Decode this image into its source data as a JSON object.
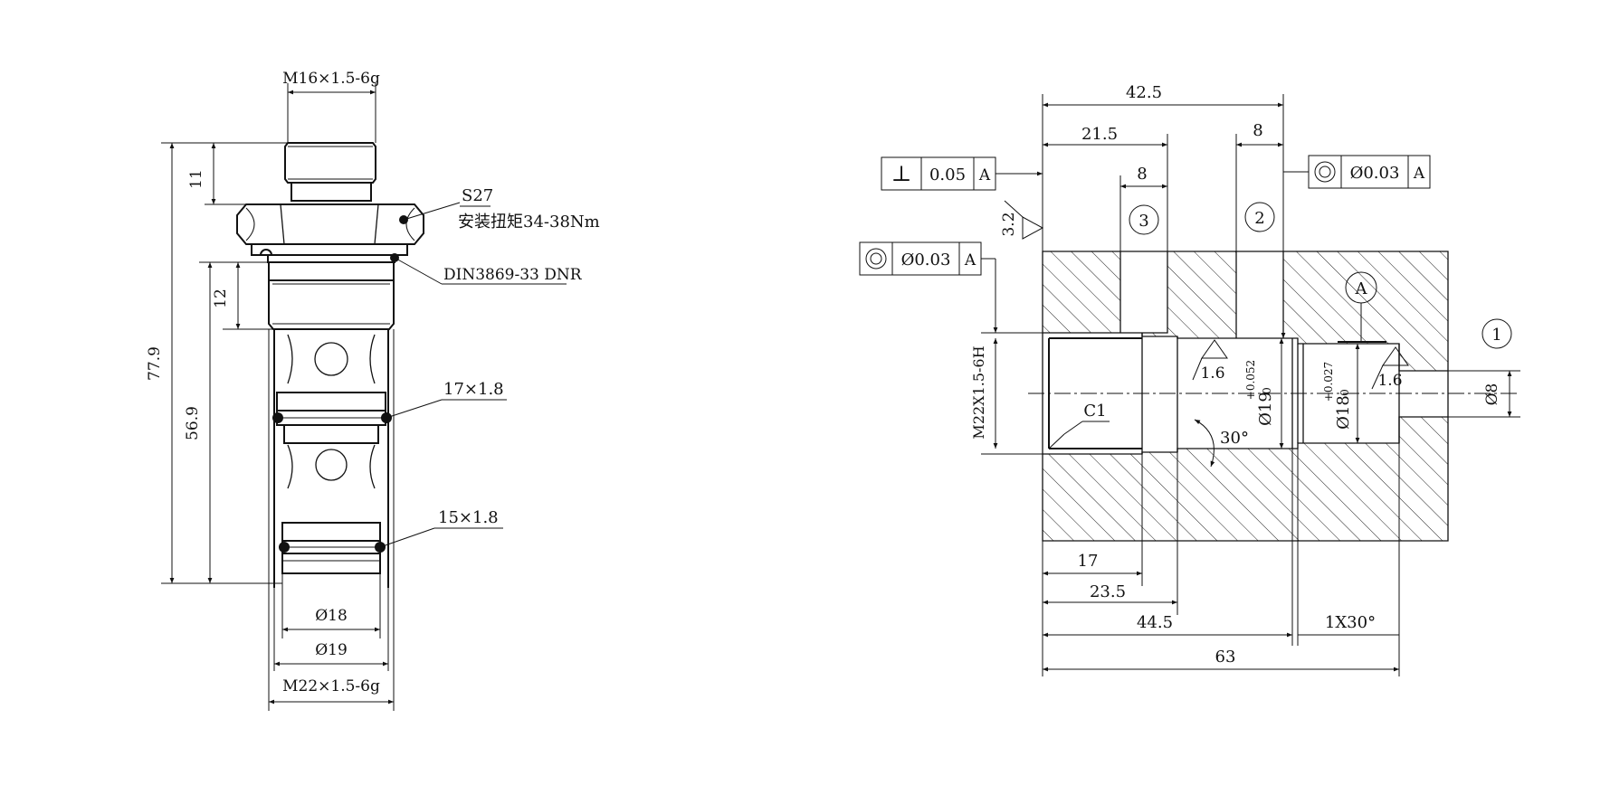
{
  "left_view": {
    "thread_top": "M16×1.5-6g",
    "hex_label": "S27",
    "torque_label": "安装扭矩34-38Nm",
    "backup_ring": "DIN3869-33 DNR",
    "oring_upper": "17×1.8",
    "oring_lower": "15×1.8",
    "dim_11": "11",
    "dim_12": "12",
    "dim_779": "77.9",
    "dim_569": "56.9",
    "dia_18": "Ø18",
    "dia_19": "Ø19",
    "thread_bottom": "M22×1.5-6g"
  },
  "right_view": {
    "dim_425": "42.5",
    "dim_215": "21.5",
    "dim_8_top": "8",
    "dim_8_left": "8",
    "perp_symbol": "⊥",
    "perp_tol": "0.05",
    "datum_a1": "A",
    "conc_tol_right": "Ø0.03",
    "datum_a2": "A",
    "conc_tol_left": "Ø0.03",
    "datum_a3": "A",
    "roughness_32": "3.2",
    "port_3": "3",
    "port_2": "2",
    "port_1": "1",
    "datum_circle": "A",
    "thread_label": "M22X1.5-6H",
    "chamfer_c1": "C1",
    "rough_16a": "1.6",
    "rough_16b": "1.6",
    "dia_19h": "Ø19",
    "tol_19_upper": "+0.052",
    "tol_19_lower": "0",
    "dia_18h": "Ø18",
    "tol_18_upper": "+0.027",
    "tol_18_lower": "0",
    "angle_30": "30°",
    "dia_8": "Ø8",
    "dim_17": "17",
    "dim_235": "23.5",
    "dim_445": "44.5",
    "chamfer_1x30": "1X30°",
    "dim_63": "63"
  }
}
